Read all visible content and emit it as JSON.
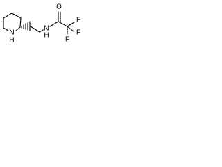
{
  "molecule": {
    "atoms": {
      "nh_ring": {
        "symbol": "N",
        "h_label": "H"
      },
      "nh_amide": {
        "symbol": "N",
        "h_label": "H"
      },
      "carbonyl_o": {
        "symbol": "O"
      },
      "f1": {
        "symbol": "F"
      },
      "f2": {
        "symbol": "F"
      },
      "f3": {
        "symbol": "F"
      }
    },
    "stereo": {
      "bond_type": "hashed-wedge"
    }
  }
}
